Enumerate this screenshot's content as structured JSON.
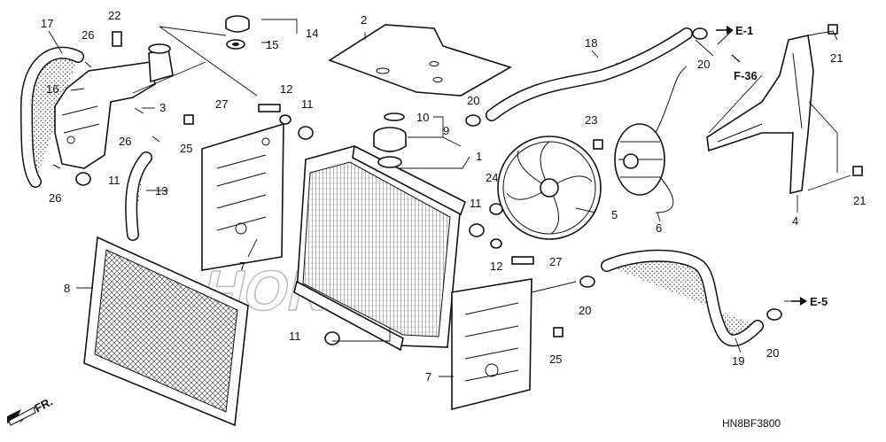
{
  "callouts": [
    {
      "id": "c1",
      "text": "1"
    },
    {
      "id": "c2",
      "text": "2"
    },
    {
      "id": "c3",
      "text": "3"
    },
    {
      "id": "c4",
      "text": "4"
    },
    {
      "id": "c5",
      "text": "5"
    },
    {
      "id": "c6",
      "text": "6"
    },
    {
      "id": "c7a",
      "text": "7"
    },
    {
      "id": "c7b",
      "text": "7"
    },
    {
      "id": "c8",
      "text": "8"
    },
    {
      "id": "c9",
      "text": "9"
    },
    {
      "id": "c10",
      "text": "10"
    },
    {
      "id": "c11a",
      "text": "11"
    },
    {
      "id": "c11b",
      "text": "11"
    },
    {
      "id": "c11c",
      "text": "11"
    },
    {
      "id": "c11d",
      "text": "11"
    },
    {
      "id": "c12a",
      "text": "12"
    },
    {
      "id": "c12b",
      "text": "12"
    },
    {
      "id": "c13",
      "text": "13"
    },
    {
      "id": "c14",
      "text": "14"
    },
    {
      "id": "c15",
      "text": "15"
    },
    {
      "id": "c16",
      "text": "16"
    },
    {
      "id": "c17",
      "text": "17"
    },
    {
      "id": "c18",
      "text": "18"
    },
    {
      "id": "c19",
      "text": "19"
    },
    {
      "id": "c20a",
      "text": "20"
    },
    {
      "id": "c20b",
      "text": "20"
    },
    {
      "id": "c20c",
      "text": "20"
    },
    {
      "id": "c20d",
      "text": "20"
    },
    {
      "id": "c21a",
      "text": "21"
    },
    {
      "id": "c21b",
      "text": "21"
    },
    {
      "id": "c22",
      "text": "22"
    },
    {
      "id": "c23",
      "text": "23"
    },
    {
      "id": "c24",
      "text": "24"
    },
    {
      "id": "c25a",
      "text": "25"
    },
    {
      "id": "c25b",
      "text": "25"
    },
    {
      "id": "c26a",
      "text": "26"
    },
    {
      "id": "c26b",
      "text": "26"
    },
    {
      "id": "c26c",
      "text": "26"
    },
    {
      "id": "c27a",
      "text": "27"
    },
    {
      "id": "c27b",
      "text": "27"
    }
  ],
  "references": {
    "e1": "E-1",
    "f36": "F-36",
    "e5": "E-5"
  },
  "front_marker": "FR.",
  "diagram_code": "HN8BF3800",
  "watermark_text": "HONDA"
}
